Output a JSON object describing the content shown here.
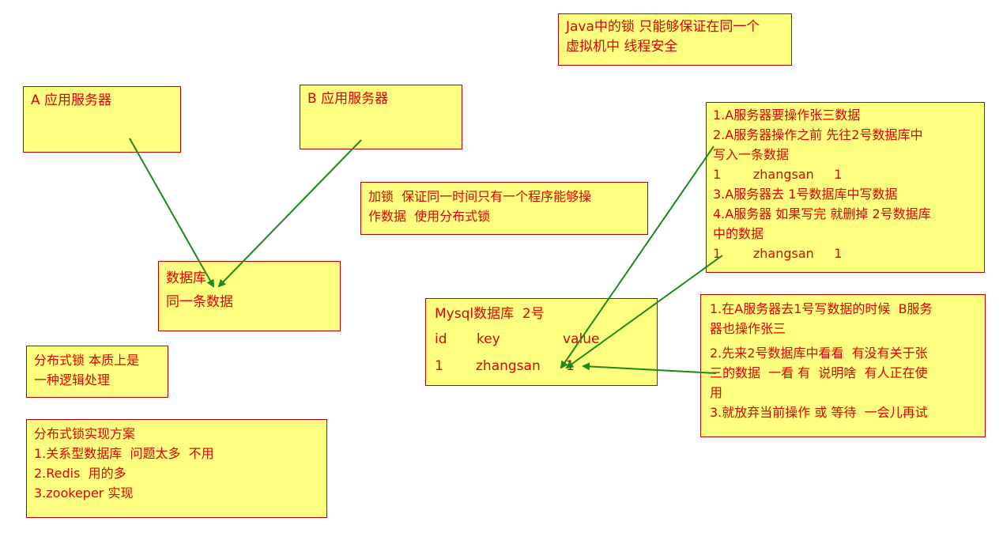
{
  "notes": {
    "java_lock": [
      "Java中的锁 只能够保证在同一个",
      "虚拟机中 线程安全"
    ],
    "server_a": [
      "A 应用服务器"
    ],
    "server_b": [
      "B 应用服务器"
    ],
    "lock_explain": [
      "加锁  保证同一时间只有一个程序能够操",
      "作数据  使用分布式锁"
    ],
    "database": [
      "数据库",
      "同一条数据"
    ],
    "essence": [
      "分布式锁 本质上是",
      "一种逻辑处理"
    ],
    "solutions": [
      "分布式锁实现方案",
      "1.关系型数据库  问题太多  不用",
      "2.Redis  用的多",
      "3.zookeper 实现"
    ],
    "mysql": {
      "title": "Mysql数据库  2号",
      "headers": [
        "id",
        "key",
        "value"
      ],
      "row": [
        "1",
        "zhangsan",
        "1"
      ]
    },
    "steps_a": [
      "1.A服务器要操作张三数据",
      "2.A服务器操作之前 先往2号数据库中",
      "写入一条数据",
      "1        zhangsan     1",
      "3.A服务器去 1号数据库中写数据",
      "4.A服务器 如果写完 就删掉 2号数据库",
      "中的数据",
      "1        zhangsan     1"
    ],
    "steps_b": [
      "1.在A服务器去1号写数据的时候  B服务",
      "器也操作张三",
      "2.先来2号数据库中看看  有没有关于张",
      "三的数据  一看 有  说明啥  有人正在使",
      "用",
      "3.就放弃当前操作 或 等待  一会儿再试"
    ]
  },
  "colors": {
    "note_fill": "#ffff80",
    "note_border": "#c00000",
    "text": "#e00000",
    "arrow": "#1a8a1a"
  }
}
